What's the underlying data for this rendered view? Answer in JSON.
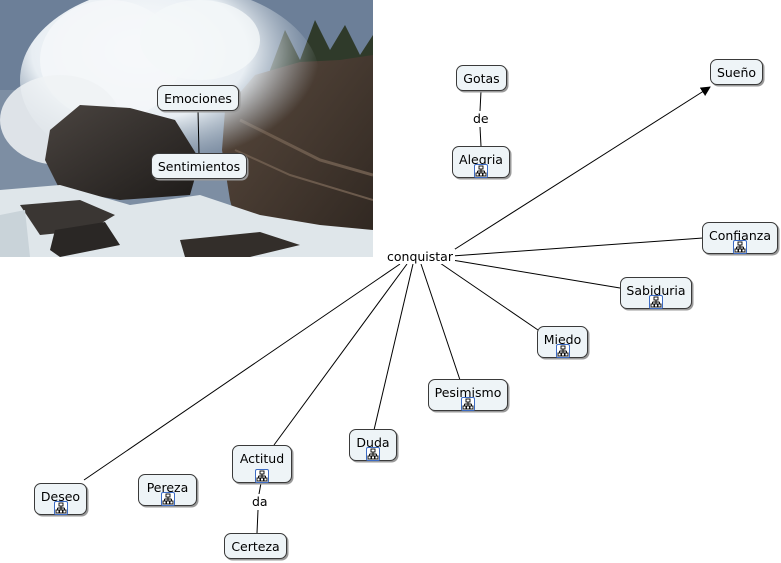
{
  "concepts": {
    "emociones": "Emociones",
    "sentimientos": "Sentimientos",
    "gotas": "Gotas",
    "alegria": "Alegria",
    "sueno": "Sueño",
    "confianza": "Confianza",
    "sabiduria": "Sabiduria",
    "miedo": "Miedo",
    "pesimismo": "Pesimismo",
    "duda": "Duda",
    "actitud": "Actitud",
    "certeza": "Certeza",
    "pereza": "Pereza",
    "deseo": "Deseo"
  },
  "linking_phrases": {
    "conquistar": "conquistar",
    "de": "de",
    "da": "da"
  },
  "edges": [
    {
      "from": "linking_phrases.conquistar",
      "to": "concepts.sueno",
      "arrow": true
    },
    {
      "from": "linking_phrases.conquistar",
      "to": "concepts.confianza"
    },
    {
      "from": "linking_phrases.conquistar",
      "to": "concepts.sabiduria"
    },
    {
      "from": "linking_phrases.conquistar",
      "to": "concepts.miedo"
    },
    {
      "from": "linking_phrases.conquistar",
      "to": "concepts.pesimismo"
    },
    {
      "from": "linking_phrases.conquistar",
      "to": "concepts.duda"
    },
    {
      "from": "linking_phrases.conquistar",
      "to": "concepts.actitud"
    },
    {
      "from": "linking_phrases.conquistar",
      "to": "concepts.deseo"
    },
    {
      "from": "concepts.gotas",
      "to": "linking_phrases.de"
    },
    {
      "from": "linking_phrases.de",
      "to": "concepts.alegria"
    },
    {
      "from": "concepts.actitud",
      "to": "linking_phrases.da"
    },
    {
      "from": "linking_phrases.da",
      "to": "concepts.certeza"
    },
    {
      "from": "concepts.emociones",
      "to": "concepts.sentimientos"
    }
  ],
  "icons": {
    "submap": "concept-map-icon",
    "photo": "ocean-waves-rocks-photo"
  },
  "colors": {
    "node_fill": "#eef4f7",
    "node_border": "#3a3a3a",
    "icon_border": "#3c6bc4"
  }
}
